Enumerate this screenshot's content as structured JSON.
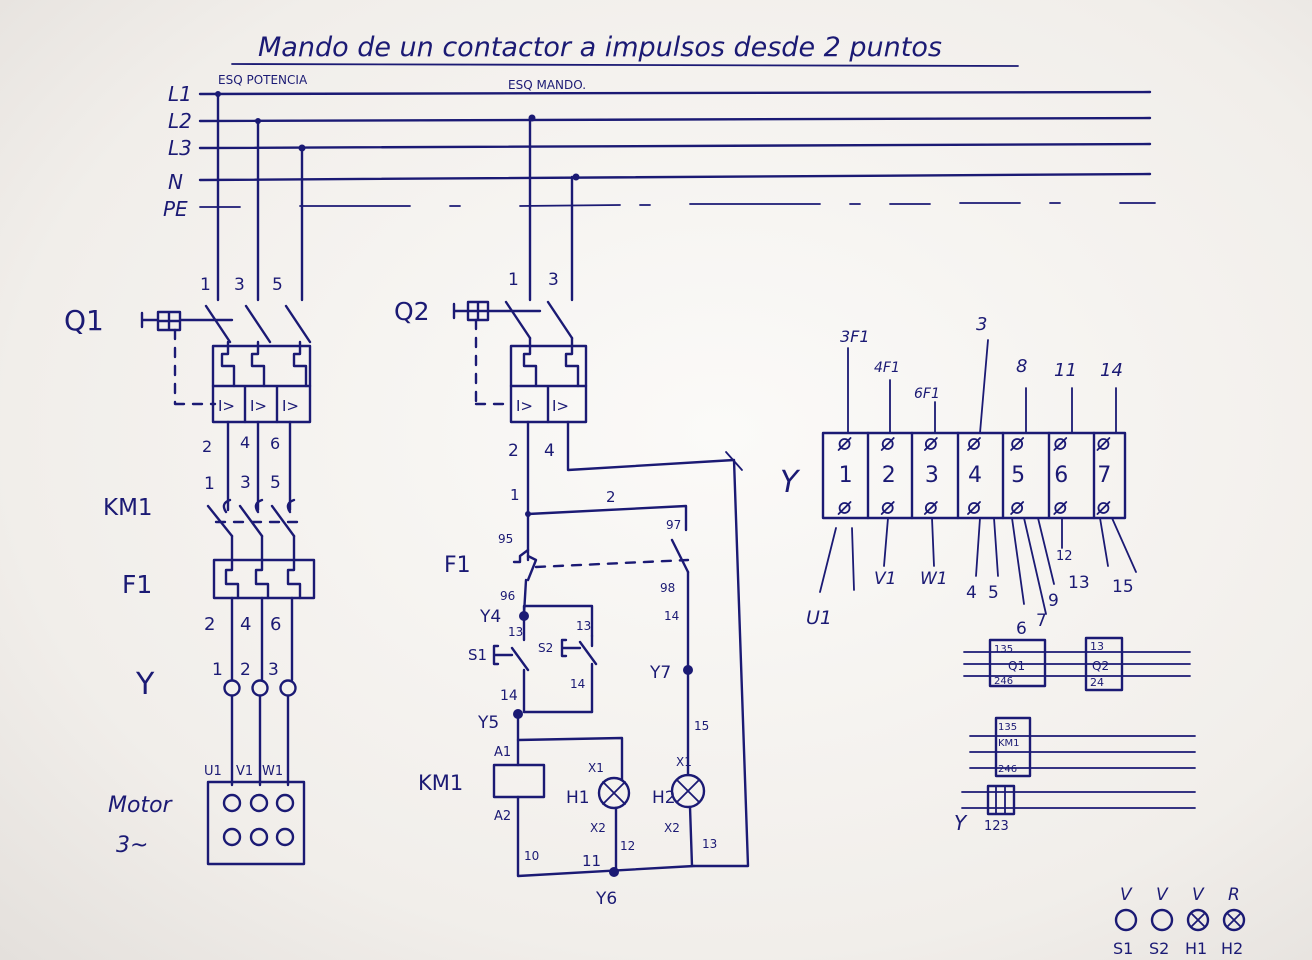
{
  "title": "Mando de un contactor a impulsos desde 2 puntos",
  "sections": {
    "power": "ESQ POTENCIA",
    "control": "ESQ MANDO."
  },
  "lines": {
    "l1": "L1",
    "l2": "L2",
    "l3": "L3",
    "n": "N",
    "pe": "PE"
  },
  "power": {
    "q1": "Q1",
    "q1_in": [
      "1",
      "3",
      "5"
    ],
    "q1_out": [
      "2",
      "4",
      "6"
    ],
    "km1": "KM1",
    "km1_in": [
      "1",
      "3",
      "5"
    ],
    "f1": "F1",
    "f1_out": [
      "2",
      "4",
      "6"
    ],
    "terminal": "Y",
    "terminal_nums": [
      "1",
      "2",
      "3"
    ],
    "motor_pins": [
      "U1",
      "V1",
      "W1"
    ],
    "motor_label": "Motor",
    "motor_type": "3~"
  },
  "control": {
    "q2": "Q2",
    "q2_in": [
      "1",
      "3"
    ],
    "q2_out": [
      "2",
      "4"
    ],
    "wire_1": "1",
    "wire_2": "2",
    "f1": "F1",
    "f1_95": "95",
    "f1_96": "96",
    "f1_97": "97",
    "f1_98": "98",
    "y4": "Y4",
    "y5": "Y5",
    "y6": "Y6",
    "y7": "Y7",
    "s1": "S1",
    "s2": "S2",
    "s1_13": "13",
    "s1_14": "14",
    "s2_13": "13",
    "s2_14": "14",
    "km1": "KM1",
    "a1": "A1",
    "a2": "A2",
    "h1": "H1",
    "h2": "H2",
    "x1": "X1",
    "x2": "X2",
    "w10": "10",
    "w11": "11",
    "w12": "12",
    "w13": "13",
    "w14": "14",
    "w15": "15"
  },
  "terminal_strip": {
    "label": "Y",
    "numbers": [
      "1",
      "2",
      "3",
      "4",
      "5",
      "6",
      "7"
    ],
    "top_labels": [
      "3F1",
      "4F1",
      "6F1",
      "3",
      "8",
      "11",
      "14"
    ],
    "bottom_labels": [
      "U1",
      "V1",
      "W1",
      "4",
      "5",
      "6",
      "7",
      "9",
      "12",
      "13",
      "15"
    ]
  },
  "legend": {
    "q1_box": [
      "135",
      "Q1",
      "246"
    ],
    "q2_box": [
      "13",
      "Q2",
      "24"
    ],
    "km1_box": [
      "135",
      "KM1",
      "246"
    ],
    "y_label": "Y",
    "y_nums": "123"
  },
  "pilots": [
    {
      "color": "V",
      "name": "S1"
    },
    {
      "color": "V",
      "name": "S2"
    },
    {
      "color": "V",
      "name": "H1"
    },
    {
      "color": "R",
      "name": "H2"
    }
  ]
}
